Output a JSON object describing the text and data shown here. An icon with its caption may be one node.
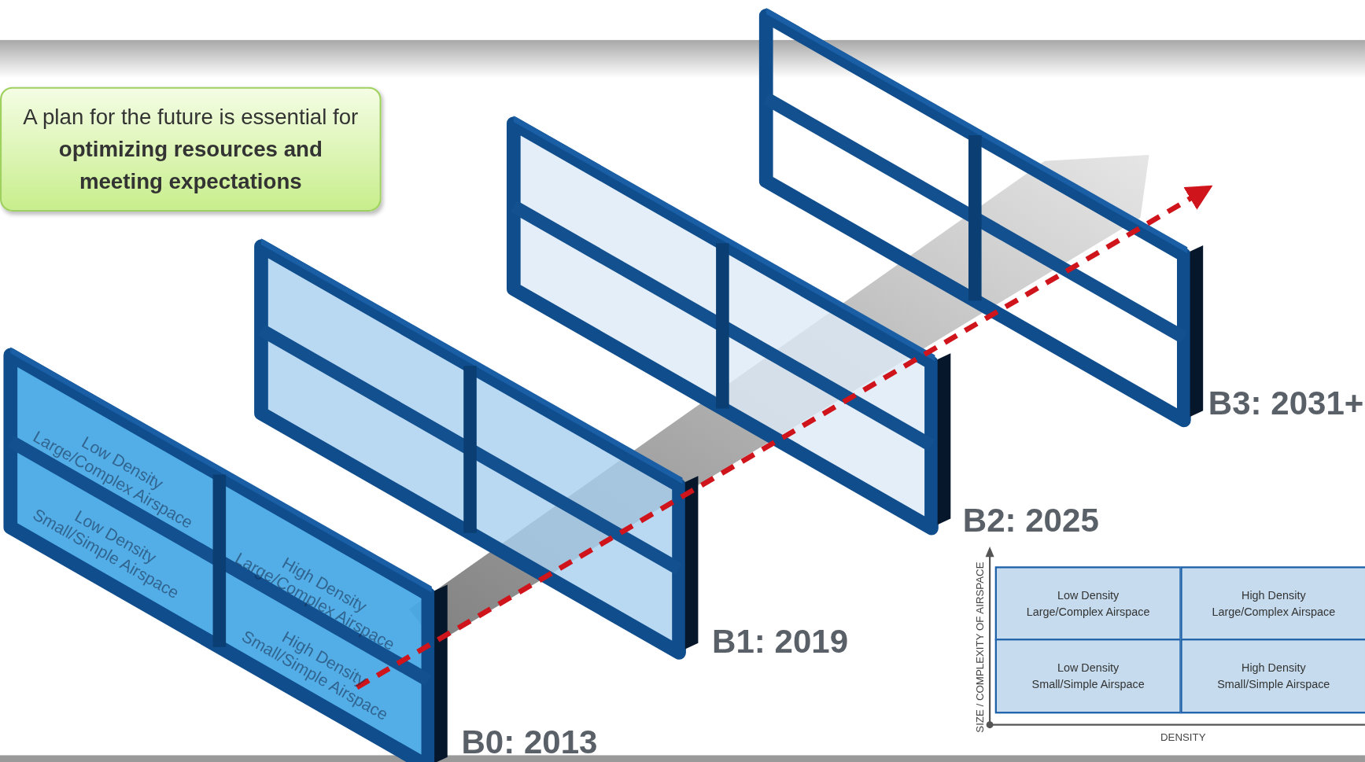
{
  "diagram": {
    "nodes": [
      {
        "text": [
          "A plan for the future is essential for **optimizing resources and meeting expectations**"
        ]
      }
    ],
    "edges": [],
    "labels": [
      "Low Density Large/Complex Airspace",
      "Low Density Small/Simple Airspace",
      "High Density Large/Complex Airspace",
      "High Density Small/Simple Airspace",
      "B3: 2031+",
      "B2: 2025",
      "B1: 2019",
      "B0: 2013",
      "Low Density Large/Complex Airspace",
      "High Density Large/Complex Airspace",
      "Low Density Small/Simple Airspace",
      "High Density Small/Simple Airspace",
      "SIZE / COMPLEXITY OF AIRSPACE",
      "DENSITY"
    ]
  }
}
